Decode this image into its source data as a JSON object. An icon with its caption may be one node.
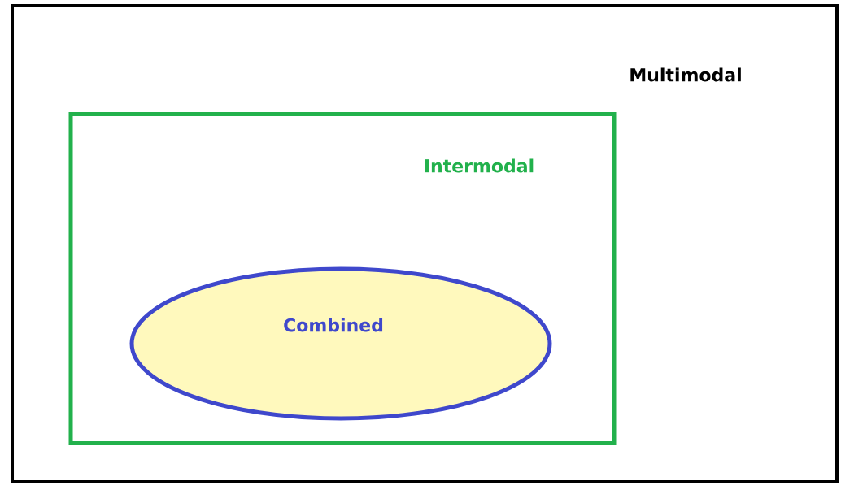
{
  "diagram": {
    "nodes": [
      {
        "text": [
          "Multimodal"
        ]
      },
      {
        "text": [
          "Intermodal"
        ],
        "in": 0
      },
      {
        "text": [
          "Combined"
        ],
        "in": 1
      }
    ]
  }
}
